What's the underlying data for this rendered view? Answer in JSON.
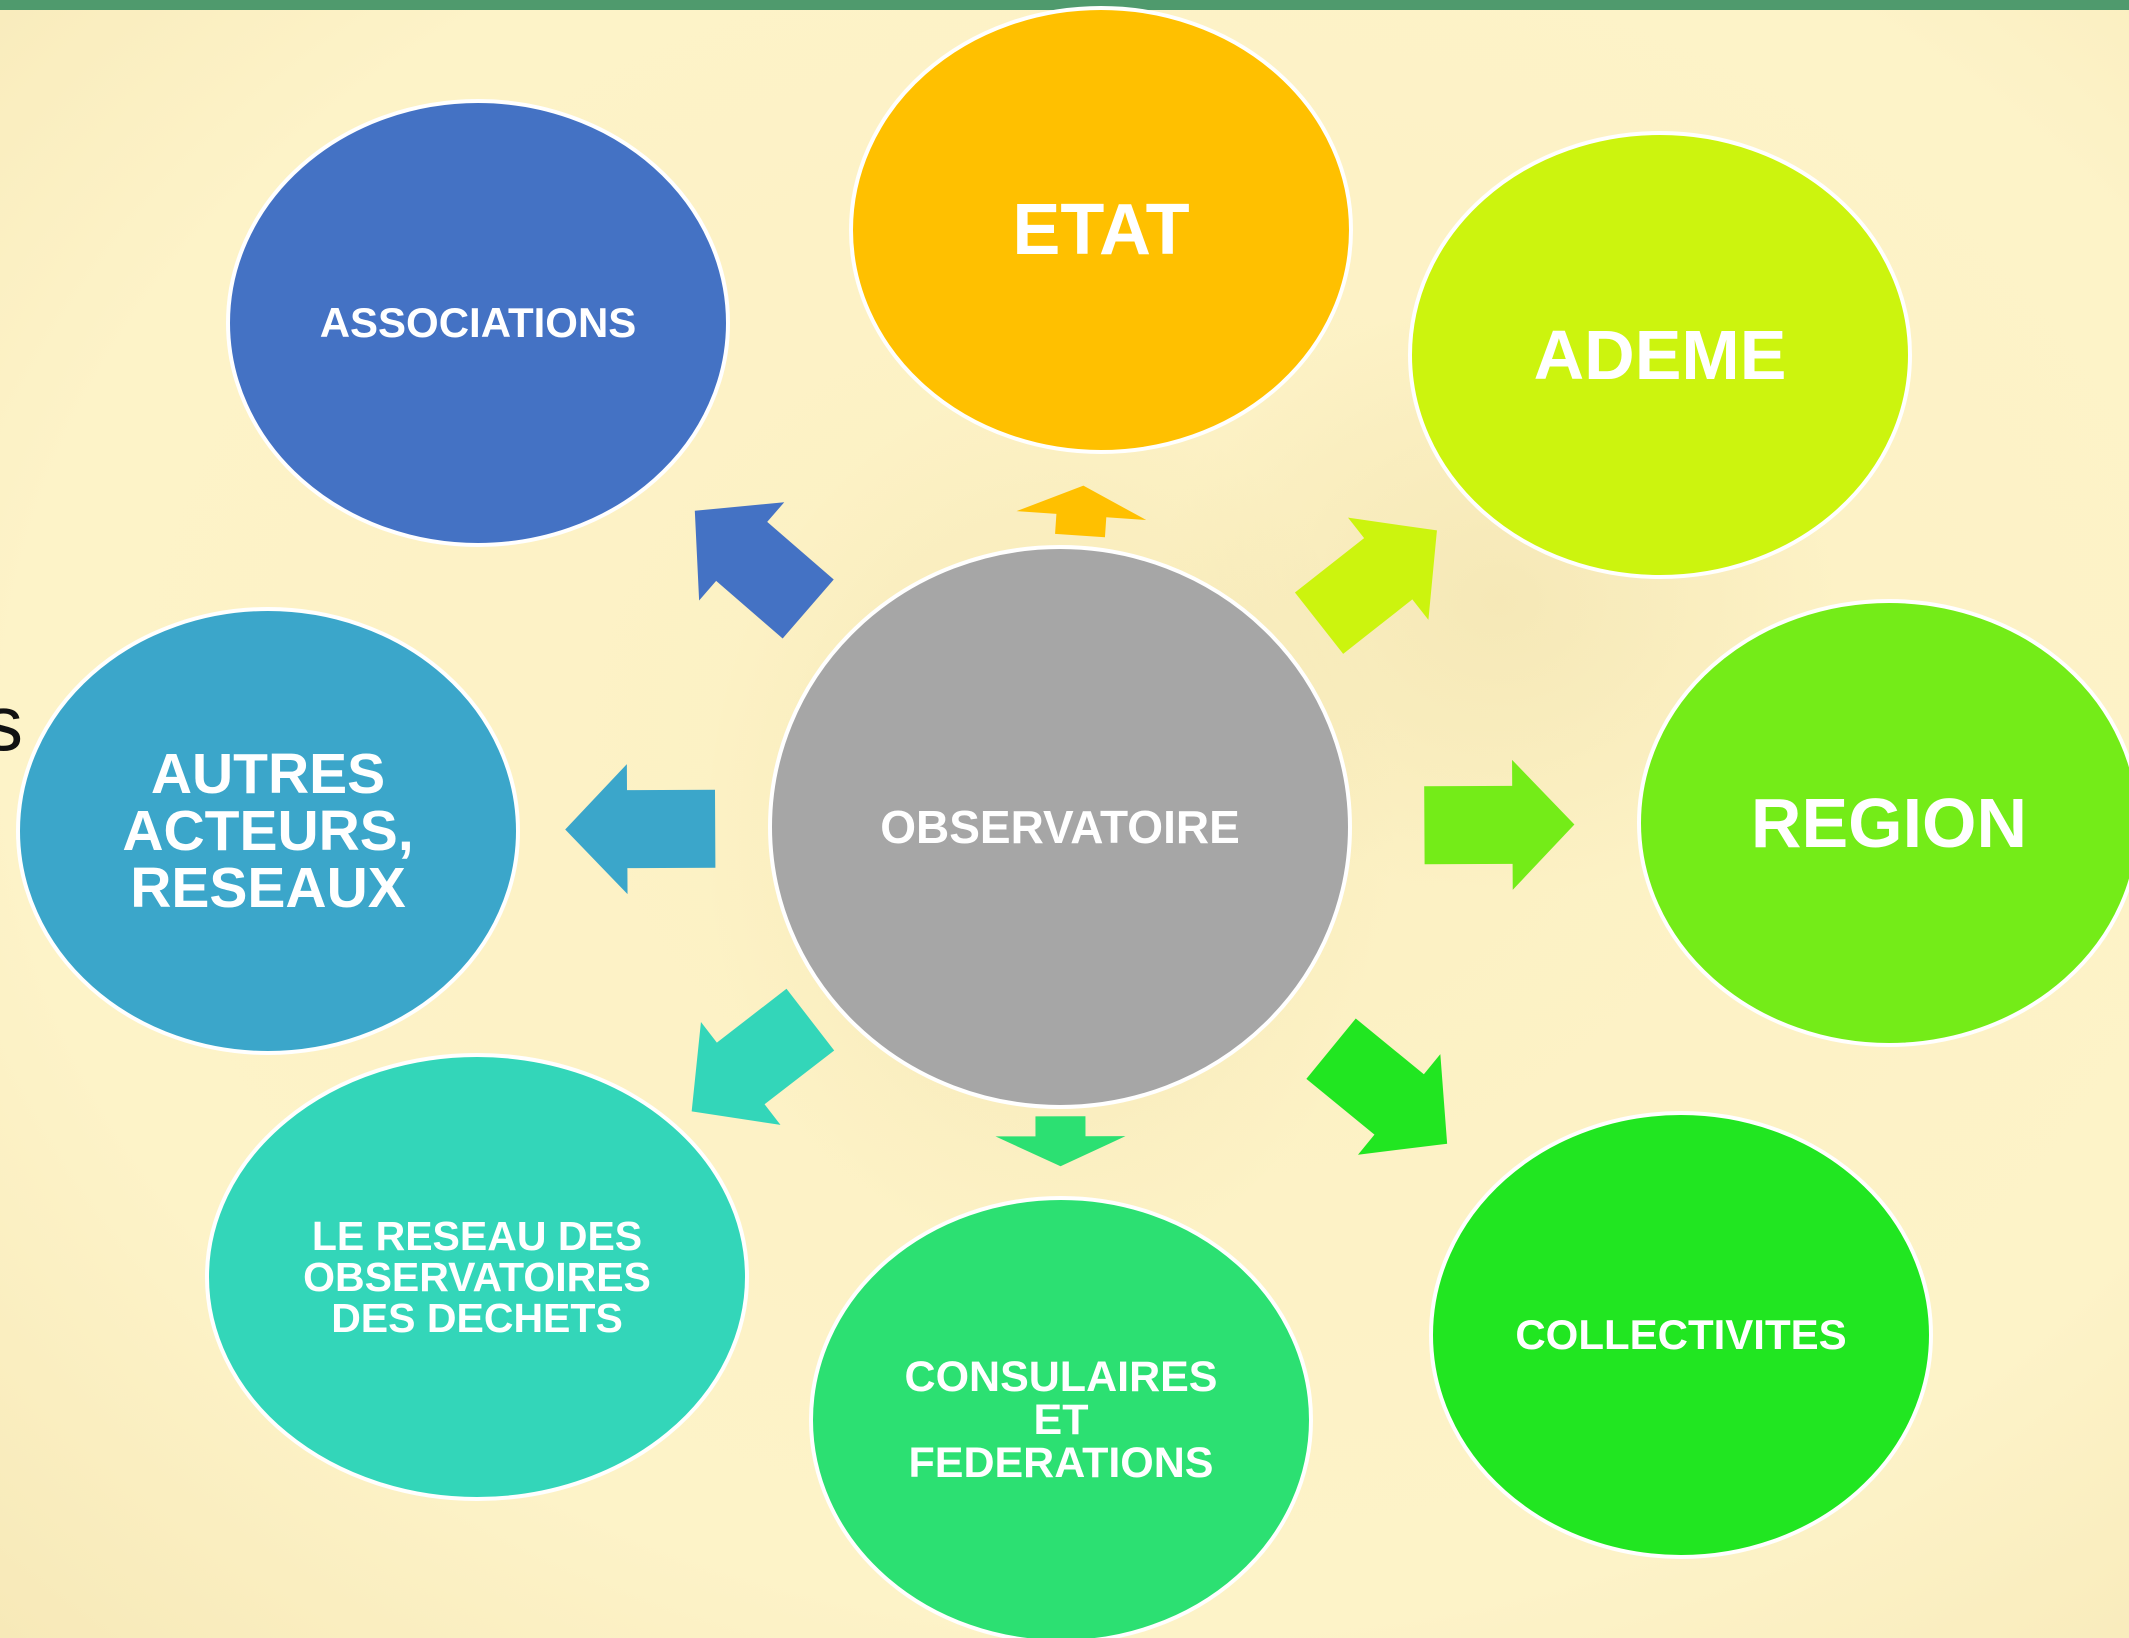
{
  "center": {
    "label": "OBSERVATOIRE",
    "color": "#a6a6a6"
  },
  "nodes": [
    {
      "id": "etat",
      "label": "ETAT",
      "color": "#ffc000"
    },
    {
      "id": "ademe",
      "label": "ADEME",
      "color": "#ccf40e"
    },
    {
      "id": "region",
      "label": "REGION",
      "color": "#74ec18"
    },
    {
      "id": "collectivites",
      "label": "COLLECTIVITES",
      "color": "#21e621"
    },
    {
      "id": "consulaires",
      "label": "CONSULAIRES\nET\nFEDERATIONS",
      "color": "#2ce072"
    },
    {
      "id": "reseau",
      "label": "LE RESEAU DES\nOBSERVATOIRES\nDES DECHETS",
      "color": "#33d6b9"
    },
    {
      "id": "autres",
      "label": "AUTRES\nACTEURS,\nRESEAUX",
      "color": "#3ba6ca"
    },
    {
      "id": "associations",
      "label": "ASSOCIATIONS",
      "color": "#4472c4"
    }
  ],
  "stray_text": "s"
}
